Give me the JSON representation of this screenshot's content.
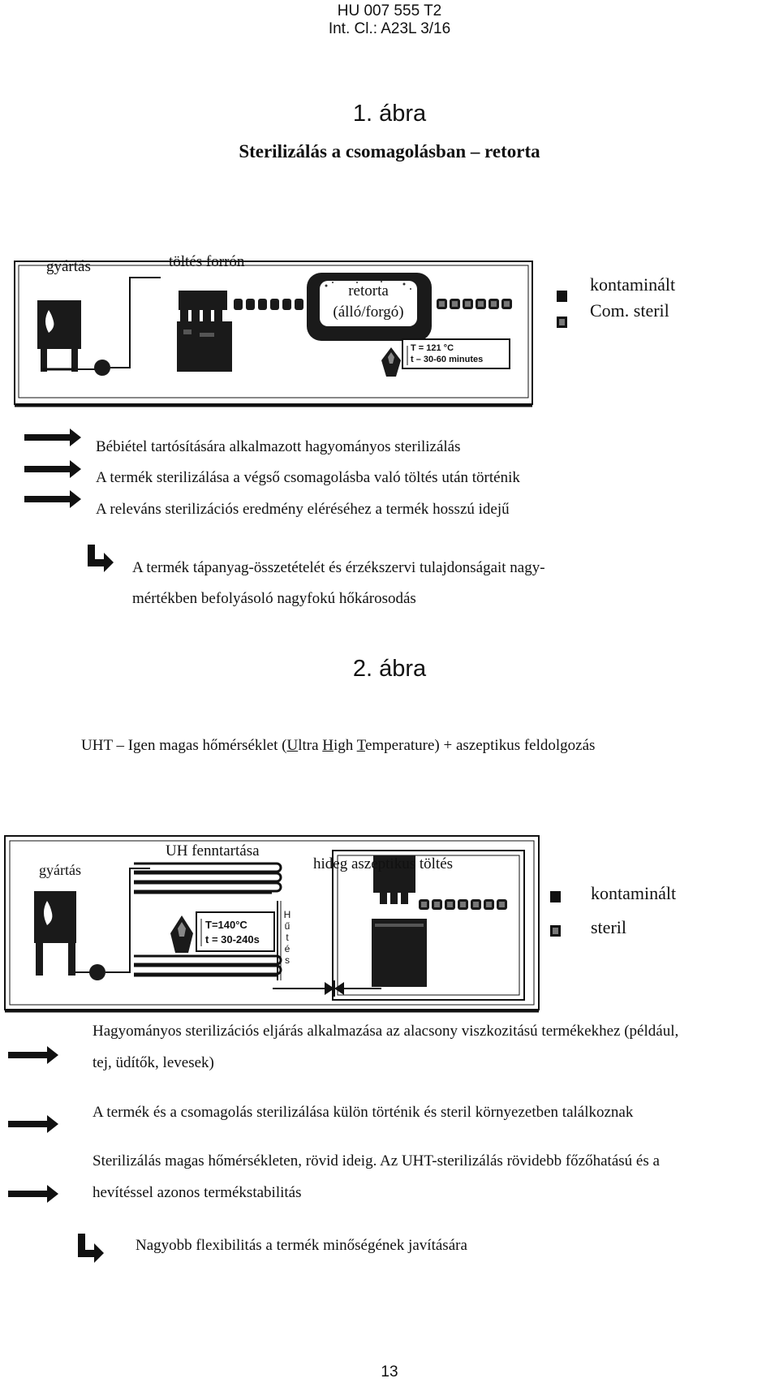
{
  "header": {
    "patent_number": "HU 007 555 T2",
    "classification": "Int. Cl.: A23L 3/16"
  },
  "figure1": {
    "title": "1. ábra",
    "subtitle": "Sterilizálás a csomagolásban – retorta",
    "diagram": {
      "label_production": "gyártás",
      "label_hot_fill": "töltés forrón",
      "retort_line1": "retorta",
      "retort_line2": "(álló/forgó)",
      "temp_line1": "T = 121 °C",
      "temp_line2": "t – 30-60 minutes",
      "legend_contaminated": "kontaminált",
      "legend_sterile": "Com. steril"
    },
    "bullets": [
      "Bébiétel tartósítására alkalmazott hagyományos sterilizálás",
      "A termék sterilizálása a végső csomagolásba való töltés után történik",
      "A releváns sterilizációs eredmény eléréséhez a termék hosszú idejű"
    ],
    "consequence_line1": "A termék tápanyag-összetételét és érzékszervi tulajdonságait nagy-",
    "consequence_line2": "mértékben befolyásoló nagyfokú hőkárosodás"
  },
  "figure2": {
    "title": "2. ábra",
    "subtitle_prefix": "UHT – Igen magas hőmérséklet (",
    "subtitle_u1": "U",
    "subtitle_w1": "ltra ",
    "subtitle_u2": "H",
    "subtitle_w2": "igh ",
    "subtitle_u3": "T",
    "subtitle_suffix": "emperature) + aszeptikus feldolgozás",
    "diagram": {
      "label_production": "gyártás",
      "label_uh": "UH fenntartása",
      "label_cold_fill": "hideg aszeptikus töltés",
      "temp_line1": "T=140°C",
      "temp_line2": "t = 30-240s",
      "cooling_letters": [
        "H",
        "ű",
        "t",
        "é",
        "s"
      ],
      "legend_contaminated": "kontaminált",
      "legend_sterile": "steril"
    },
    "bullet1_line1": "Hagyományos sterilizációs eljárás alkalmazása az alacsony viszkozitású termékekhez (például,",
    "bullet1_line2": "tej, üdítők, levesek)",
    "bullet2": "A termék és a csomagolás sterilizálása külön történik és steril környezetben találkoznak",
    "bullet3_line1": "Sterilizálás magas hőmérsékleten, rövid ideig. Az UHT-sterilizálás rövidebb főzőhatású és a",
    "bullet3_line2": "hevítéssel azonos termékstabilitás",
    "consequence": "Nagyobb flexibilitás a termék minőségének javítására"
  },
  "footer": {
    "page_number": "13"
  }
}
